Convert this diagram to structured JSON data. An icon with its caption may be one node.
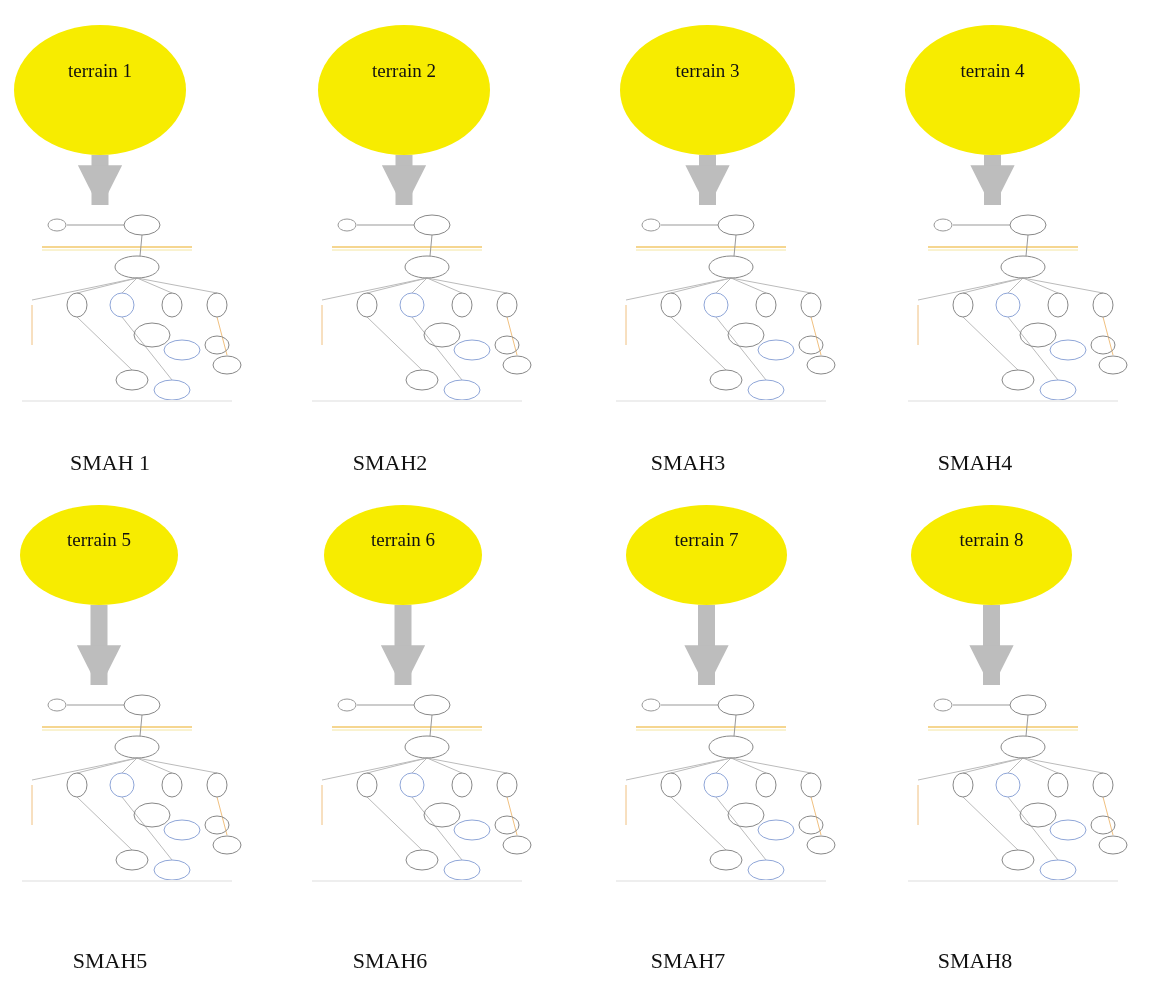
{
  "diagram": {
    "nodes": [
      {
        "text": [
          "terrain 1"
        ]
      },
      {
        "text": [
          "terrain 2"
        ]
      },
      {
        "text": [
          "terrain 3"
        ]
      },
      {
        "text": [
          "terrain 4"
        ]
      },
      {
        "text": [],
        "shape": "picture",
        "beside": [
          "SMAH 1"
        ]
      },
      {
        "text": [],
        "shape": "picture",
        "beside": [
          "SMAH2"
        ]
      },
      {
        "text": [],
        "shape": "picture",
        "beside": [
          "SMAH3"
        ]
      },
      {
        "text": [],
        "shape": "picture",
        "beside": [
          "SMAH4"
        ]
      },
      {
        "text": [
          "terrain 5"
        ]
      },
      {
        "text": [
          "terrain 6"
        ]
      },
      {
        "text": [
          "terrain 7"
        ]
      },
      {
        "text": [
          "terrain 8"
        ]
      },
      {
        "text": [],
        "shape": "picture",
        "beside": [
          "SMAH5"
        ]
      },
      {
        "text": [],
        "shape": "picture",
        "beside": [
          "SMAH6"
        ]
      },
      {
        "text": [],
        "shape": "picture",
        "beside": [
          "SMAH7"
        ]
      },
      {
        "text": [],
        "shape": "picture",
        "beside": [
          "SMAH8"
        ]
      }
    ],
    "edges": [
      {
        "from": 0,
        "to": 4,
        "arrow": "to"
      },
      {
        "from": 1,
        "to": 5,
        "arrow": "to"
      },
      {
        "from": 2,
        "to": 6,
        "arrow": "to"
      },
      {
        "from": 3,
        "to": 7,
        "arrow": "to"
      },
      {
        "from": 8,
        "to": 12,
        "arrow": "to"
      },
      {
        "from": 9,
        "to": 13,
        "arrow": "to"
      },
      {
        "from": 10,
        "to": 14,
        "arrow": "to"
      },
      {
        "from": 11,
        "to": 15,
        "arrow": "to"
      }
    ]
  }
}
